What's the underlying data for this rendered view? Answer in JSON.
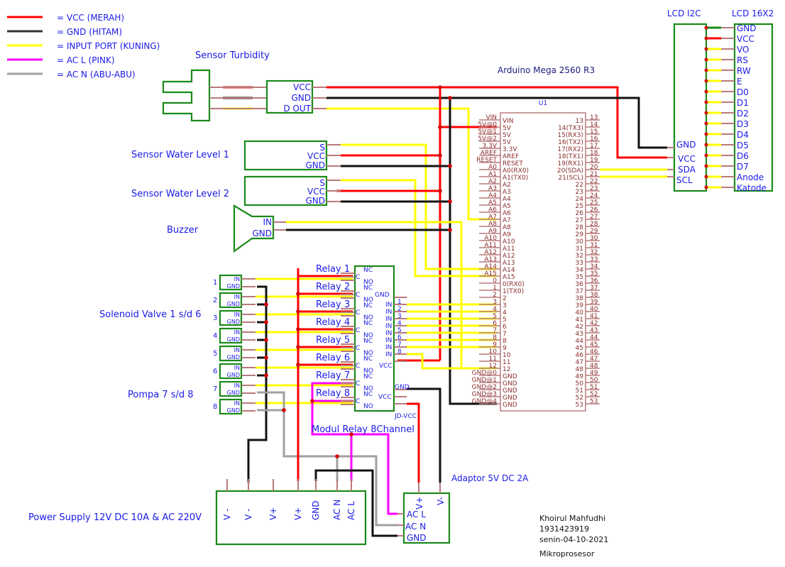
{
  "legend": [
    {
      "label": "= VCC (MERAH)",
      "color": "#ff0000"
    },
    {
      "label": "= GND (HITAM)",
      "color": "#333333"
    },
    {
      "label": "= INPUT PORT (KUNING)",
      "color": "#ffff00"
    },
    {
      "label": "= AC L (PINK)",
      "color": "#ff00ff"
    },
    {
      "label": "= AC N (ABU-ABU)",
      "color": "#a0a0a0"
    }
  ],
  "components": {
    "turbidity": {
      "title": "Sensor Turbidity",
      "pins": [
        "VCC",
        "GND",
        "D OUT"
      ]
    },
    "water_level_1": {
      "title": "Sensor Water Level 1",
      "pins": [
        "S",
        "VCC",
        "GND"
      ]
    },
    "water_level_2": {
      "title": "Sensor Water Level 2",
      "pins": [
        "S",
        "VCC",
        "GND"
      ]
    },
    "buzzer": {
      "title": "Buzzer",
      "pins": [
        "IN",
        "GND"
      ]
    },
    "arduino": {
      "title": "Arduino Mega 2560 R3",
      "ref": "U1",
      "left_pins": [
        {
          "ext": "VIN",
          "int": "VIN"
        },
        {
          "ext": "5V@0",
          "int": "5V"
        },
        {
          "ext": "5V@1",
          "int": "5V"
        },
        {
          "ext": "5V@2",
          "int": "5V"
        },
        {
          "ext": "3.3V",
          "int": "3.3V"
        },
        {
          "ext": "AREF",
          "int": "AREF"
        },
        {
          "ext": "RESET",
          "int": "RESET"
        },
        {
          "ext": "A0",
          "int": "A0(RX0)"
        },
        {
          "ext": "A1",
          "int": "A1(TX0)"
        },
        {
          "ext": "A2",
          "int": "A2"
        },
        {
          "ext": "A3",
          "int": "A3"
        },
        {
          "ext": "A4",
          "int": "A4"
        },
        {
          "ext": "A5",
          "int": "A5"
        },
        {
          "ext": "A6",
          "int": "A6"
        },
        {
          "ext": "A7",
          "int": "A7"
        },
        {
          "ext": "A8",
          "int": "A8"
        },
        {
          "ext": "A9",
          "int": "A9"
        },
        {
          "ext": "A10",
          "int": "A10"
        },
        {
          "ext": "A11",
          "int": "A11"
        },
        {
          "ext": "A12",
          "int": "A12"
        },
        {
          "ext": "A13",
          "int": "A13"
        },
        {
          "ext": "A14",
          "int": "A14"
        },
        {
          "ext": "A15",
          "int": "A15"
        },
        {
          "ext": "0",
          "int": "0(RX0)"
        },
        {
          "ext": "1",
          "int": "1(TX0)"
        },
        {
          "ext": "2",
          "int": "2"
        },
        {
          "ext": "3",
          "int": "3"
        },
        {
          "ext": "4",
          "int": "4"
        },
        {
          "ext": "5",
          "int": "5"
        },
        {
          "ext": "6",
          "int": "6"
        },
        {
          "ext": "7",
          "int": "7"
        },
        {
          "ext": "8",
          "int": "8"
        },
        {
          "ext": "9",
          "int": "9"
        },
        {
          "ext": "10",
          "int": "10"
        },
        {
          "ext": "11",
          "int": "11"
        },
        {
          "ext": "12",
          "int": "12"
        },
        {
          "ext": "GND@0",
          "int": "GND"
        },
        {
          "ext": "GND@1",
          "int": "GND"
        },
        {
          "ext": "GND@2",
          "int": "GND"
        },
        {
          "ext": "GND@3",
          "int": "GND"
        },
        {
          "ext": "GND@4",
          "int": "GND"
        }
      ],
      "right_pins": [
        {
          "ext": "13",
          "int": "13"
        },
        {
          "ext": "14",
          "int": "14(TX3)"
        },
        {
          "ext": "15",
          "int": "15(RX3)"
        },
        {
          "ext": "16",
          "int": "16(TX2)"
        },
        {
          "ext": "17",
          "int": "17(RX2)"
        },
        {
          "ext": "18",
          "int": "18(TX1)"
        },
        {
          "ext": "19",
          "int": "19(RX1)"
        },
        {
          "ext": "20",
          "int": "20(SDA)"
        },
        {
          "ext": "21",
          "int": "21(SCL)"
        },
        {
          "ext": "22",
          "int": "22"
        },
        {
          "ext": "23",
          "int": "23"
        },
        {
          "ext": "24",
          "int": "24"
        },
        {
          "ext": "25",
          "int": "25"
        },
        {
          "ext": "26",
          "int": "26"
        },
        {
          "ext": "27",
          "int": "27"
        },
        {
          "ext": "28",
          "int": "28"
        },
        {
          "ext": "29",
          "int": "29"
        },
        {
          "ext": "30",
          "int": "30"
        },
        {
          "ext": "31",
          "int": "31"
        },
        {
          "ext": "32",
          "int": "32"
        },
        {
          "ext": "33",
          "int": "33"
        },
        {
          "ext": "34",
          "int": "34"
        },
        {
          "ext": "35",
          "int": "35"
        },
        {
          "ext": "36",
          "int": "36"
        },
        {
          "ext": "37",
          "int": "37"
        },
        {
          "ext": "38",
          "int": "38"
        },
        {
          "ext": "39",
          "int": "39"
        },
        {
          "ext": "40",
          "int": "40"
        },
        {
          "ext": "41",
          "int": "41"
        },
        {
          "ext": "42",
          "int": "42"
        },
        {
          "ext": "43",
          "int": "43"
        },
        {
          "ext": "44",
          "int": "44"
        },
        {
          "ext": "45",
          "int": "45"
        },
        {
          "ext": "46",
          "int": "46"
        },
        {
          "ext": "47",
          "int": "47"
        },
        {
          "ext": "48",
          "int": "48"
        },
        {
          "ext": "49",
          "int": "49"
        },
        {
          "ext": "50",
          "int": "50"
        },
        {
          "ext": "51",
          "int": "51"
        },
        {
          "ext": "52",
          "int": "52"
        },
        {
          "ext": "53",
          "int": "53"
        }
      ]
    },
    "lcd_i2c": {
      "title": "LCD I2C",
      "pins": [
        "GND",
        "VCC",
        "SDA",
        "SCL"
      ]
    },
    "lcd_16x2": {
      "title": "LCD 16X2",
      "pins": [
        "GND",
        "VCC",
        "VO",
        "RS",
        "RW",
        "E",
        "D0",
        "D1",
        "D2",
        "D3",
        "D4",
        "D5",
        "D6",
        "D7",
        "Anode",
        "Katode"
      ]
    },
    "relay_module": {
      "title": "Modul Relay 8Channel",
      "relays": [
        "Relay 1",
        "Relay 2",
        "Relay 3",
        "Relay 4",
        "Relay 5",
        "Relay 6",
        "Relay 7",
        "Relay 8"
      ],
      "contact_labels": {
        "nc": "NC",
        "c": "C",
        "no": "NO"
      },
      "input_label": "IN",
      "input_numbers": [
        "1",
        "2",
        "3",
        "4",
        "5",
        "6",
        "7",
        "8"
      ],
      "gnd": "GND",
      "vcc": "VCC",
      "gnd2": "GND",
      "vcc2": "VCC",
      "jd_vcc": "JD-VCC"
    },
    "loads": {
      "numbers": [
        "1",
        "2",
        "3",
        "4",
        "5",
        "6",
        "7",
        "8"
      ],
      "pins": [
        "IN",
        "GND"
      ],
      "solenoid_label": "Solenoid Valve 1 s/d 6",
      "pump_label": "Pompa 7 s/d 8"
    },
    "power_supply": {
      "title": "Power Supply 12V DC 10A & AC 220V",
      "pins": [
        "V -",
        "V -",
        "V+",
        "V+",
        "GND",
        "AC N",
        "AC L"
      ]
    },
    "adaptor": {
      "title": "Adaptor 5V DC 2A",
      "top_pins": [
        "V+",
        "V-"
      ],
      "side_pins": [
        "AC L",
        "AC N",
        "GND"
      ]
    }
  },
  "footer": {
    "name": "Khoirul Mahfudhi",
    "id": "1931423919",
    "date": "senin-04-10-2021",
    "course": "Mikroprosesor"
  }
}
